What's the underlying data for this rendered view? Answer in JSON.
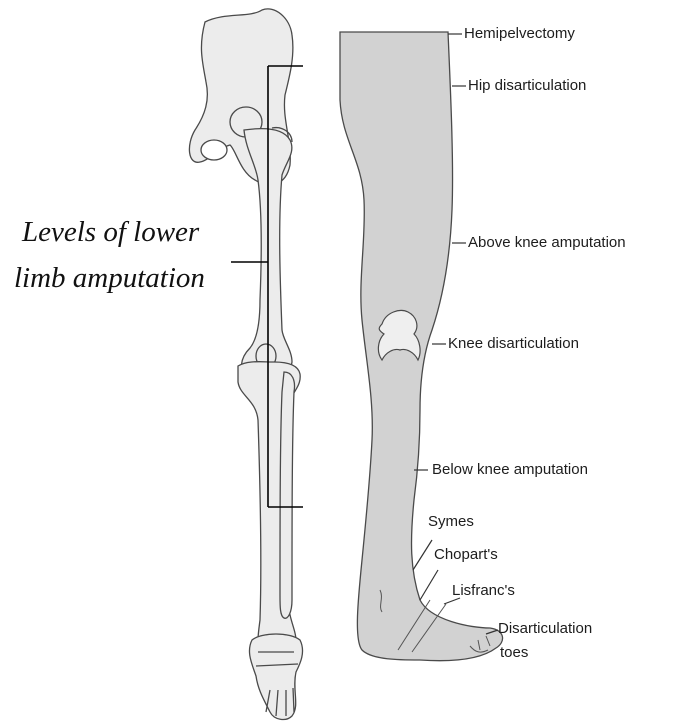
{
  "caption": {
    "line1": "Levels of lower",
    "line2": "limb amputation"
  },
  "levels": [
    "Hemipelvectomy",
    "Hip disarticulation",
    "Above knee amputation",
    "Knee disarticulation",
    "Below knee amputation",
    "Symes",
    "Chopart's",
    "Lisfranc's",
    "Disarticulation",
    "toes"
  ],
  "colors": {
    "leg_fill": "#d2d2d2",
    "bone_fill": "#ececec",
    "outline": "#4a4a4a",
    "bracket": "#000000"
  }
}
